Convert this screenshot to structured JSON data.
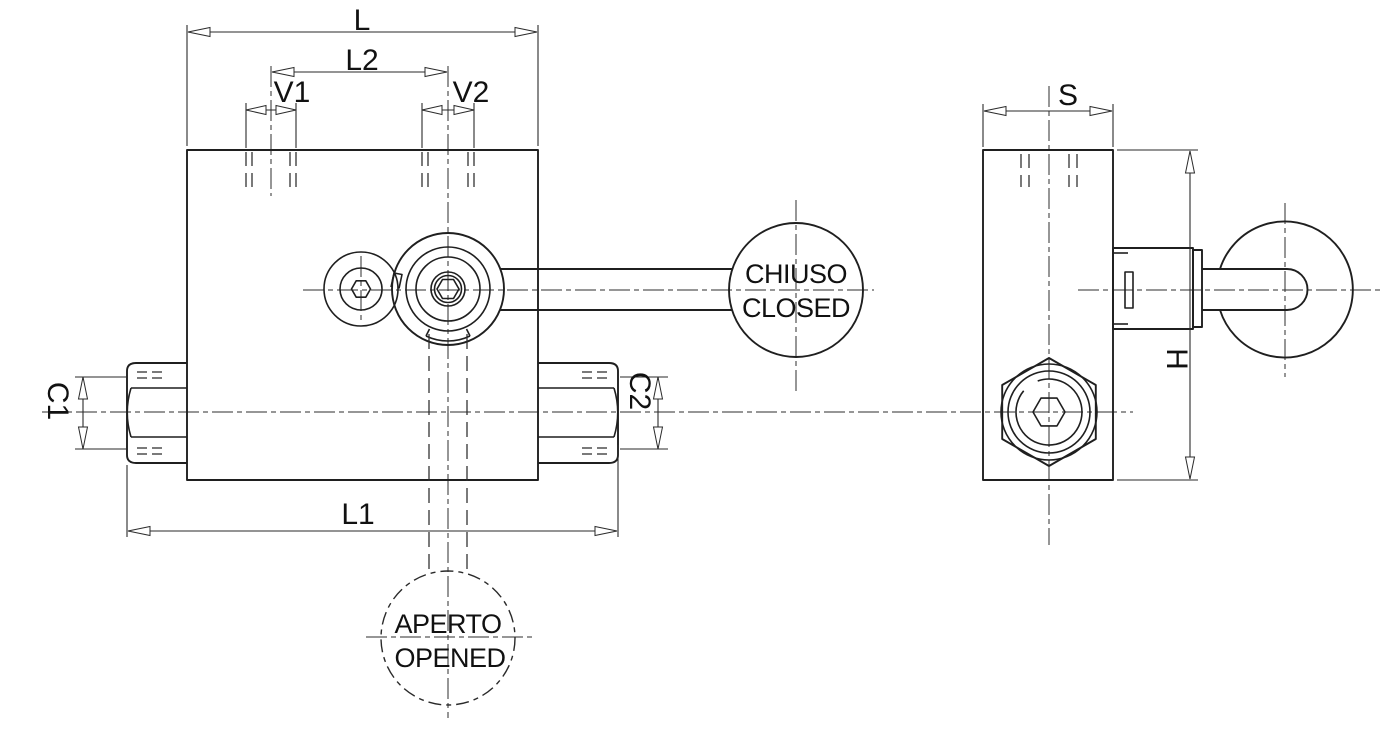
{
  "labels": {
    "L": "L",
    "L2": "L2",
    "V1": "V1",
    "V2": "V2",
    "C1": "C1",
    "C2": "C2",
    "L1": "L1",
    "S": "S",
    "H": "H"
  },
  "balloons": {
    "closed": {
      "it": "CHIUSO",
      "en": "CLOSED"
    },
    "opened": {
      "it": "APERTO",
      "en": "OPENED"
    }
  },
  "colors": {
    "line": "#1f1f1f",
    "background": "#ffffff"
  }
}
